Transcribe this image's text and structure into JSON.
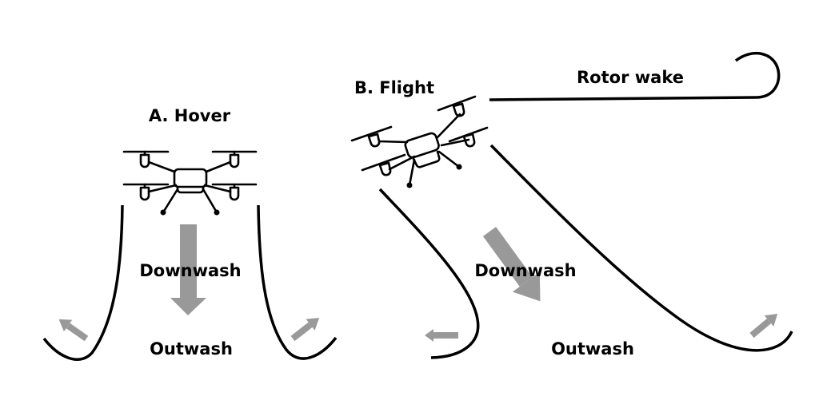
{
  "panels": {
    "hover": {
      "title": "A. Hover",
      "downwash_label": "Downwash",
      "outwash_label": "Outwash"
    },
    "flight": {
      "title": "B. Flight",
      "downwash_label": "Downwash",
      "outwash_label": "Outwash",
      "rotor_wake_label": "Rotor wake"
    }
  },
  "colors": {
    "line": "#000000",
    "flow_arrow": "#999999",
    "background": "#ffffff"
  }
}
